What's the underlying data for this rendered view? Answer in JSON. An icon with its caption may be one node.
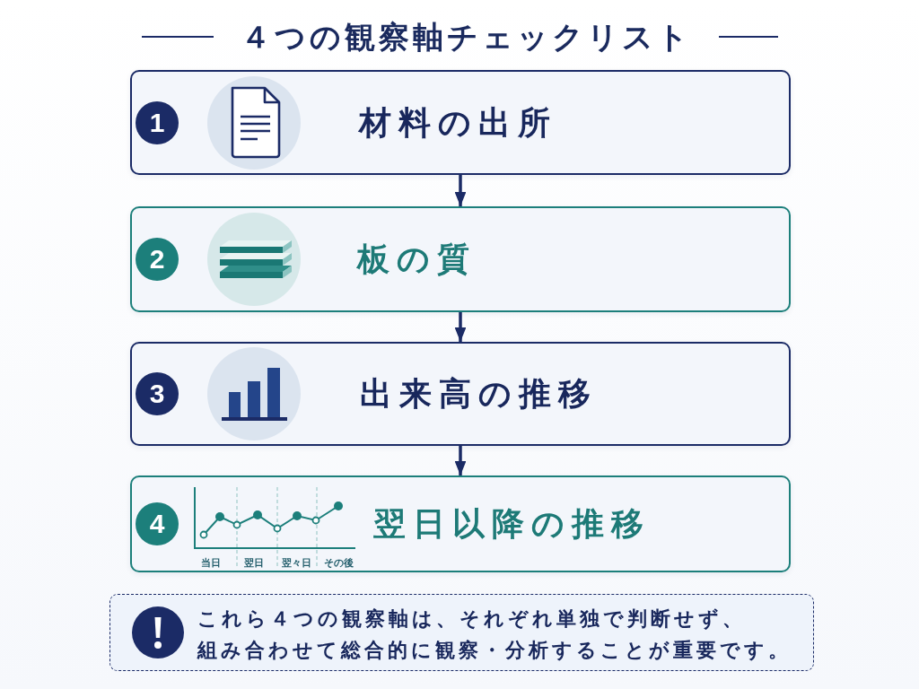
{
  "diagram": {
    "title": "４つの観察軸チェックリスト",
    "nodes": [
      {
        "text": [
          "1",
          "材料の出所"
        ]
      },
      {
        "text": [
          "2",
          "板の質"
        ]
      },
      {
        "text": [
          "3",
          "出来高の推移"
        ]
      },
      {
        "text": [
          "4",
          "翌日以降の推移",
          "当日",
          "翌日",
          "翌々日",
          "その後"
        ]
      },
      {
        "text": [
          "これら４つの観察軸は、それぞれ単独で判断せず、組み合わせて総合的に観察・分析することが重要です。"
        ]
      }
    ],
    "edges": [
      {
        "from": 0,
        "to": 1,
        "arrow": "to"
      },
      {
        "from": 1,
        "to": 2,
        "arrow": "to"
      },
      {
        "from": 2,
        "to": 3,
        "arrow": "to"
      }
    ]
  }
}
